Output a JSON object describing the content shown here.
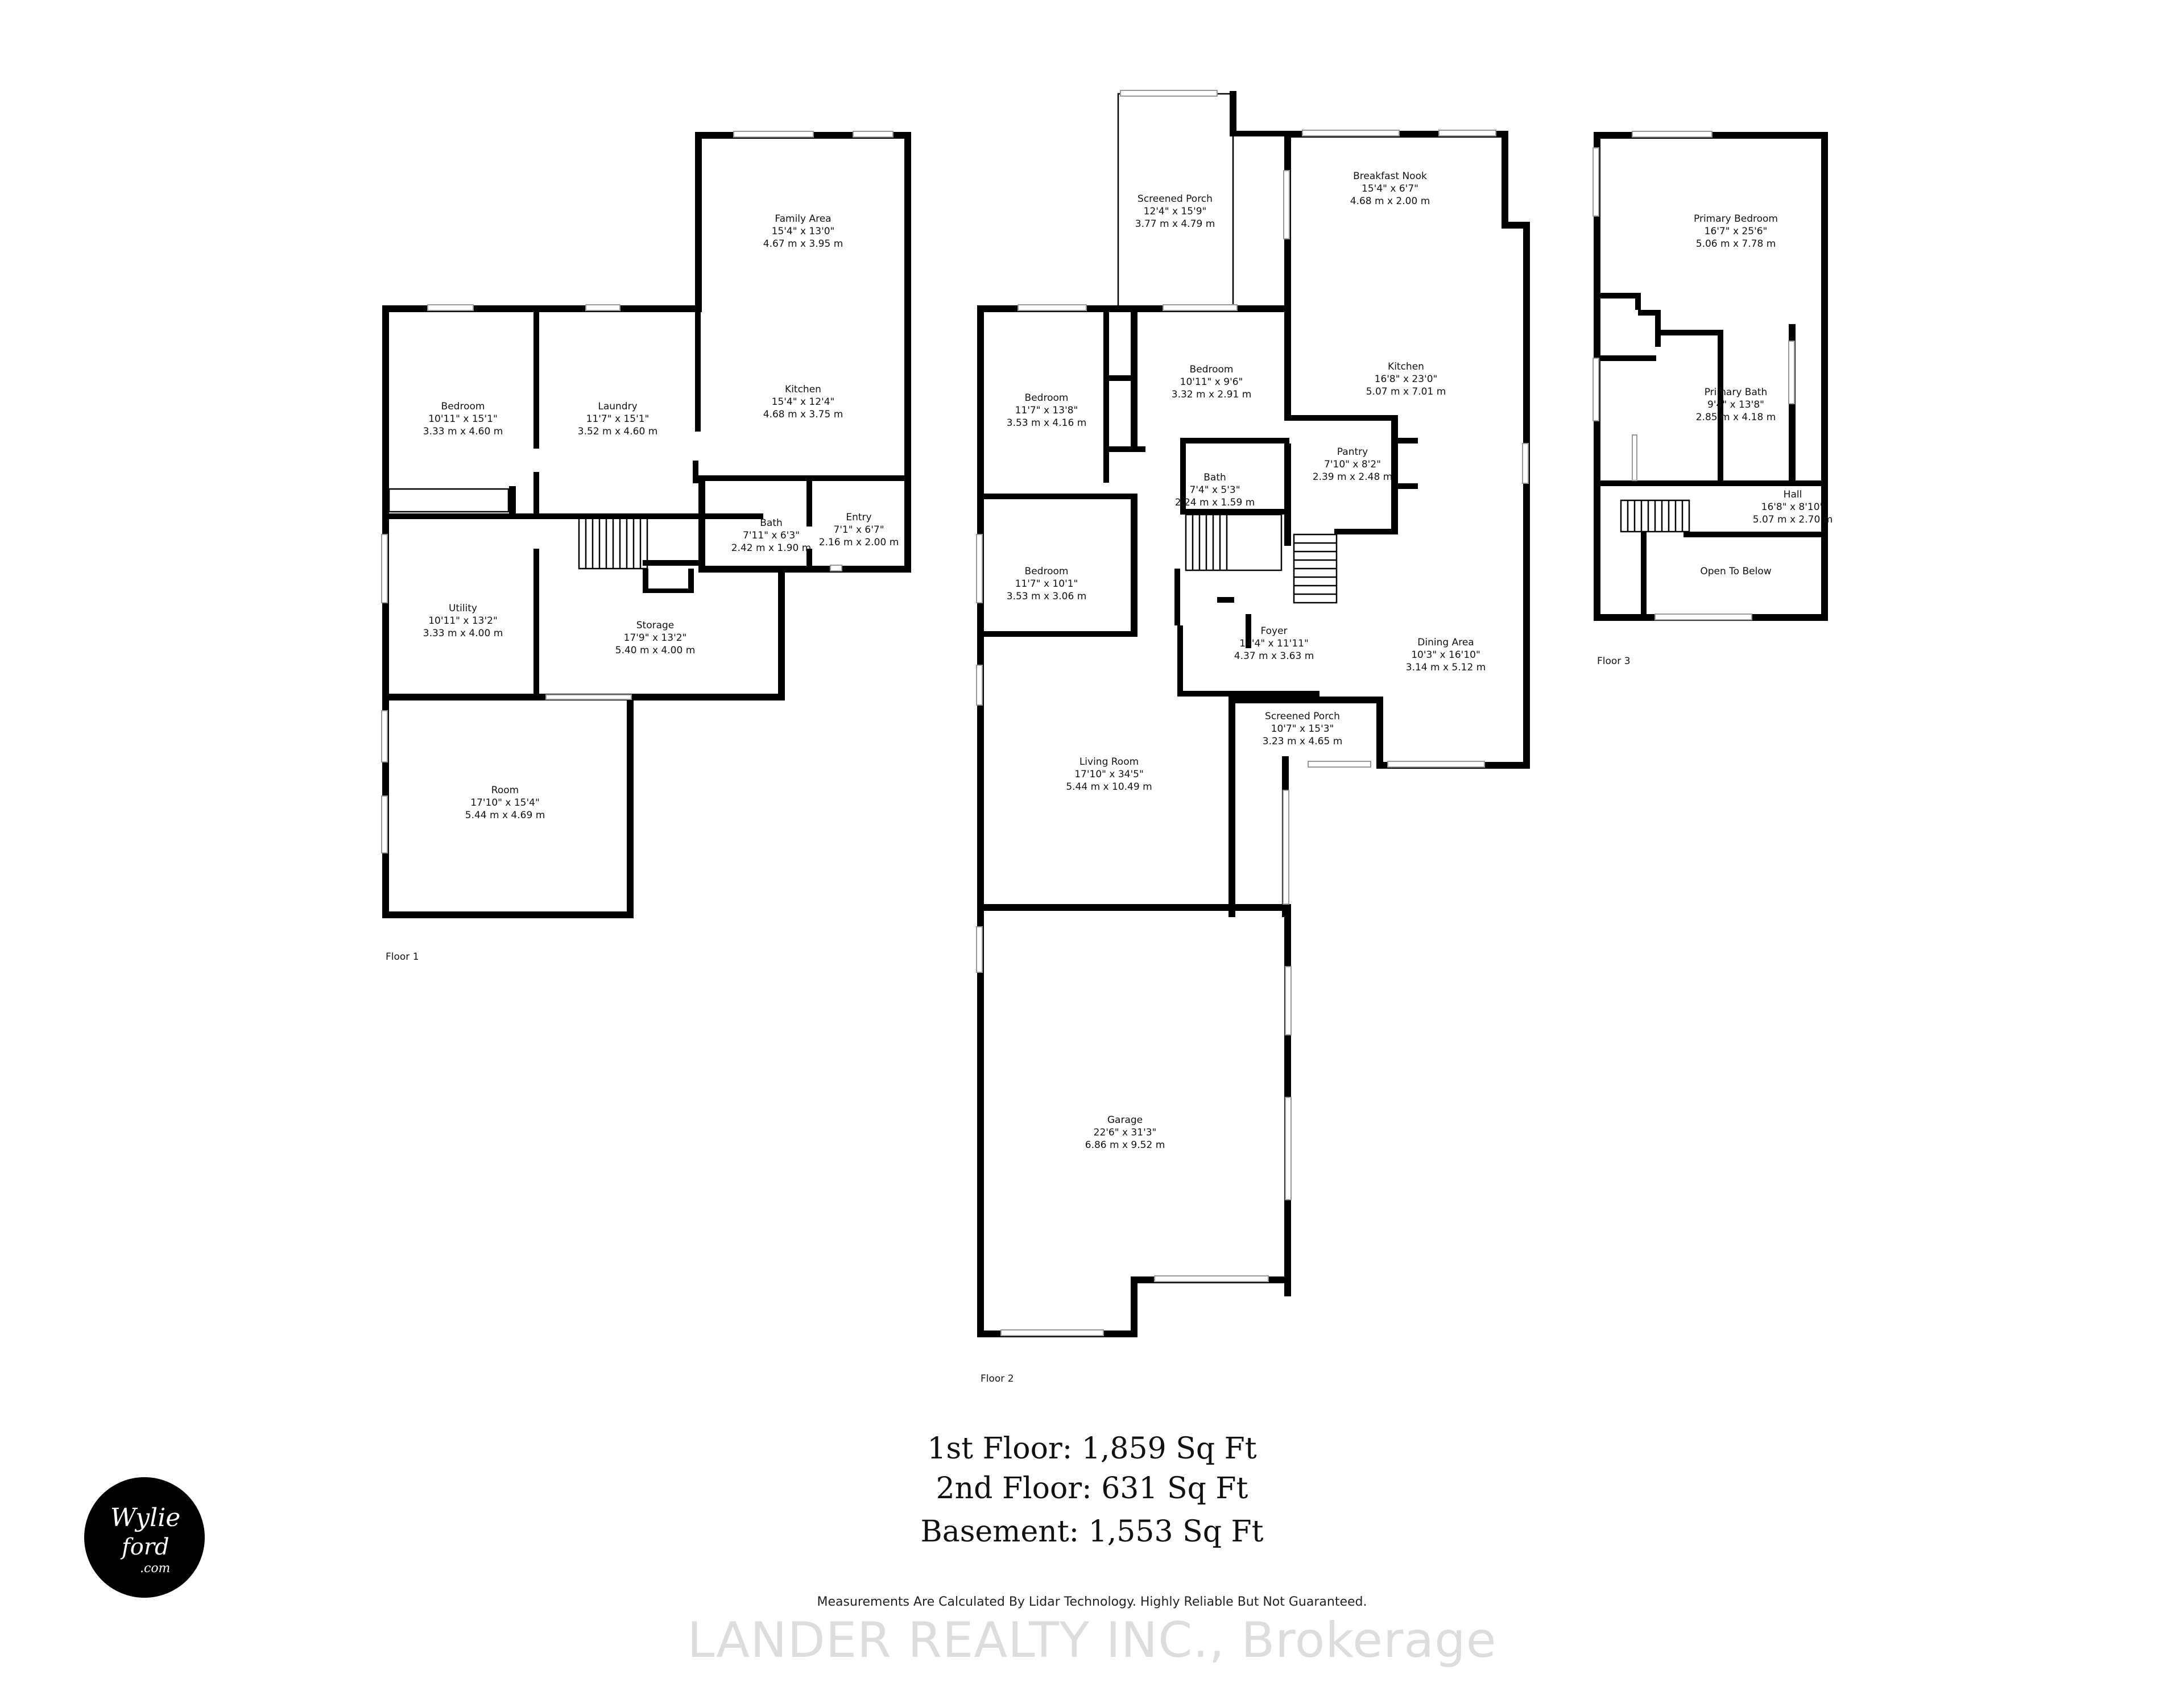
{
  "floors": {
    "floor1_label": "Floor 1",
    "floor2_label": "Floor 2",
    "floor3_label": "Floor 3"
  },
  "rooms": [
    {
      "name": "Bedroom",
      "imperial": "10'11\" x 15'1\"",
      "metric": "3.33 m x 4.60 m"
    },
    {
      "name": "Laundry",
      "imperial": "11'7\" x 15'1\"",
      "metric": "3.52 m x 4.60 m"
    },
    {
      "name": "Family Area",
      "imperial": "15'4\" x 13'0\"",
      "metric": "4.67 m x 3.95 m"
    },
    {
      "name": "Kitchen",
      "imperial": "15'4\" x 12'4\"",
      "metric": "4.68 m x 3.75 m"
    },
    {
      "name": "Bath",
      "imperial": "7'11\" x 6'3\"",
      "metric": "2.42 m x 1.90 m"
    },
    {
      "name": "Entry",
      "imperial": "7'1\" x 6'7\"",
      "metric": "2.16 m x 2.00 m"
    },
    {
      "name": "Utility",
      "imperial": "10'11\" x 13'2\"",
      "metric": "3.33 m x 4.00 m"
    },
    {
      "name": "Storage",
      "imperial": "17'9\" x 13'2\"",
      "metric": "5.40 m x 4.00 m"
    },
    {
      "name": "Room",
      "imperial": "17'10\" x 15'4\"",
      "metric": "5.44 m x 4.69 m"
    },
    {
      "name": "Screened Porch",
      "imperial": "12'4\" x 15'9\"",
      "metric": "3.77 m x 4.79 m"
    },
    {
      "name": "Breakfast Nook",
      "imperial": "15'4\" x 6'7\"",
      "metric": "4.68 m x 2.00 m"
    },
    {
      "name": "Bedroom",
      "imperial": "11'7\" x 13'8\"",
      "metric": "3.53 m x 4.16 m"
    },
    {
      "name": "Bedroom",
      "imperial": "10'11\" x 9'6\"",
      "metric": "3.32 m x 2.91 m"
    },
    {
      "name": "Kitchen",
      "imperial": "16'8\" x 23'0\"",
      "metric": "5.07 m x 7.01 m"
    },
    {
      "name": "Pantry",
      "imperial": "7'10\" x 8'2\"",
      "metric": "2.39 m x 2.48 m"
    },
    {
      "name": "Bath",
      "imperial": "7'4\" x 5'3\"",
      "metric": "2.24 m x 1.59 m"
    },
    {
      "name": "Bedroom",
      "imperial": "11'7\" x 10'1\"",
      "metric": "3.53 m x 3.06 m"
    },
    {
      "name": "Foyer",
      "imperial": "14'4\" x 11'11\"",
      "metric": "4.37 m x 3.63 m"
    },
    {
      "name": "Dining Area",
      "imperial": "10'3\" x 16'10\"",
      "metric": "3.14 m x 5.12 m"
    },
    {
      "name": "Screened Porch",
      "imperial": "10'7\" x 15'3\"",
      "metric": "3.23 m x 4.65 m"
    },
    {
      "name": "Living Room",
      "imperial": "17'10\" x 34'5\"",
      "metric": "5.44 m x 10.49 m"
    },
    {
      "name": "Garage",
      "imperial": "22'6\" x 31'3\"",
      "metric": "6.86 m x 9.52 m"
    },
    {
      "name": "Primary Bedroom",
      "imperial": "16'7\" x 25'6\"",
      "metric": "5.06 m x 7.78 m"
    },
    {
      "name": "Primary Bath",
      "imperial": "9'4\" x 13'8\"",
      "metric": "2.85 m x 4.18 m"
    },
    {
      "name": "Hall",
      "imperial": "16'8\" x 8'10\"",
      "metric": "5.07 m x 2.70 m"
    },
    {
      "name": "Open To Below",
      "imperial": "",
      "metric": ""
    }
  ],
  "summary": {
    "first_floor": "1st Floor: 1,859 Sq Ft",
    "second_floor": "2nd Floor: 631 Sq Ft",
    "basement": "Basement: 1,553 Sq Ft"
  },
  "disclaimer": "Measurements Are Calculated By Lidar Technology. Highly Reliable But Not Guaranteed.",
  "watermark": "LANDER REALTY INC., Brokerage",
  "logo": {
    "line1": "Wylie",
    "line2": "ford",
    "line3": ".com"
  }
}
